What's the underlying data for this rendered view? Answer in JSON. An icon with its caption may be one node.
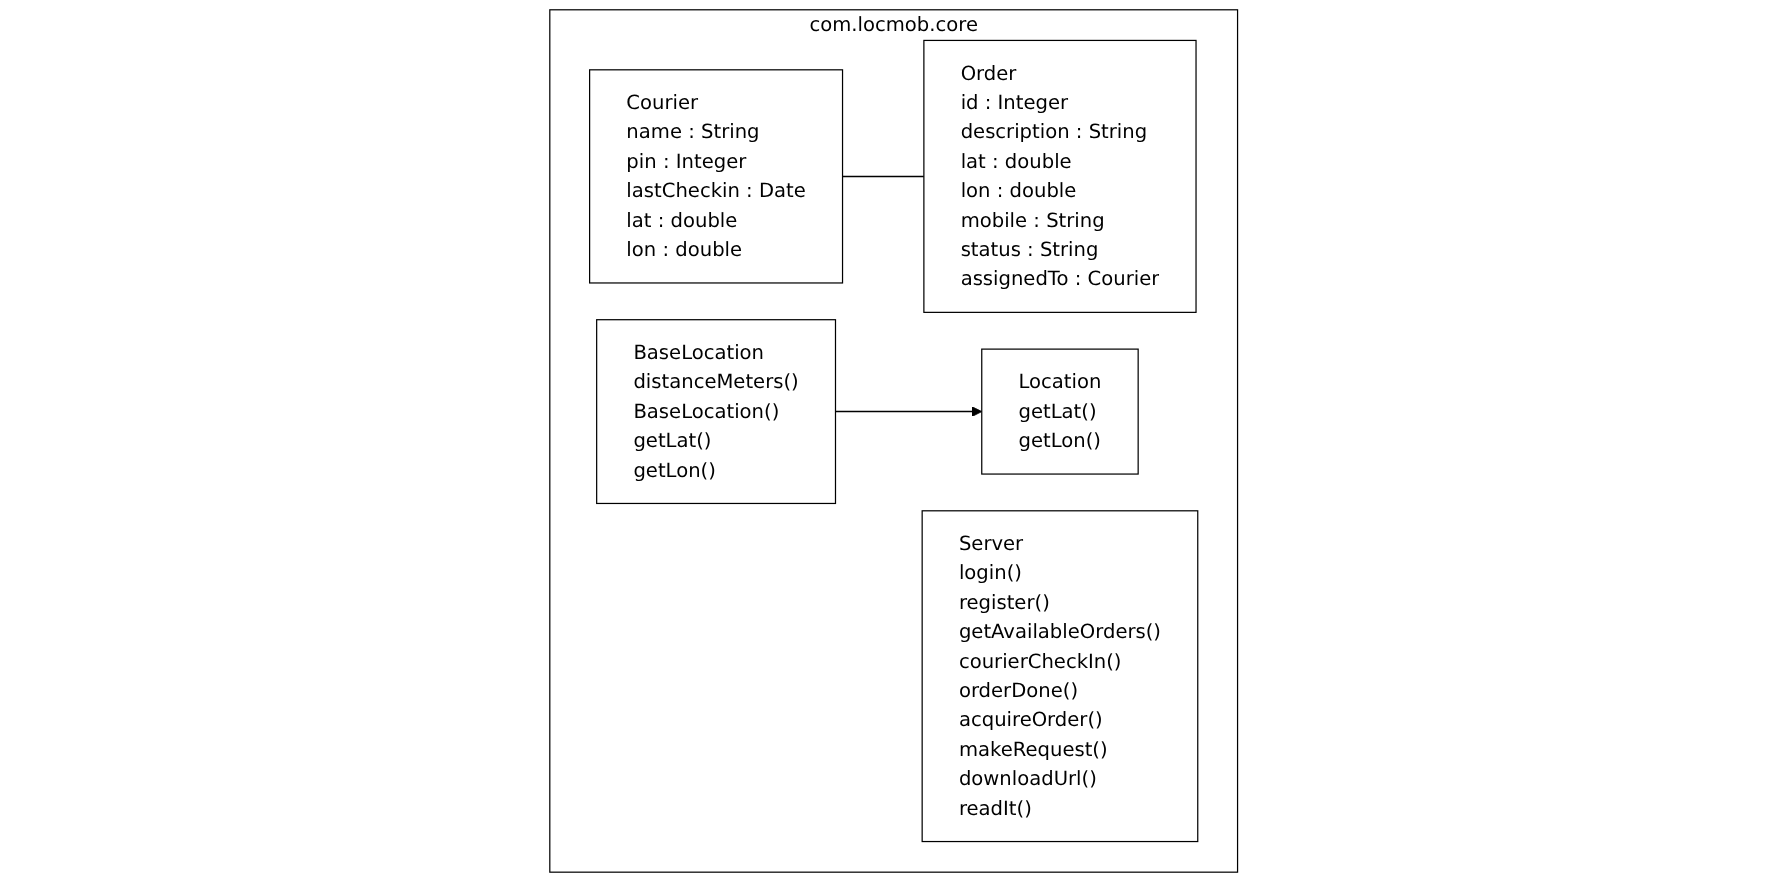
{
  "diagram": {
    "nodes": [
      {
        "text": [
          "com.locmob.core"
        ]
      },
      {
        "text": [
          "Courier",
          "name : String",
          "pin : Integer",
          "lastCheckin : Date",
          "lat : double",
          "lon : double"
        ],
        "in": 0
      },
      {
        "text": [
          "Order",
          "id : Integer",
          "description : String",
          "lat : double",
          "lon : double",
          "mobile : String",
          "status : String",
          "assignedTo : Courier"
        ],
        "in": 0
      },
      {
        "text": [
          "Server",
          "login()",
          "register()",
          "getAvailableOrders()",
          "courierCheckIn()",
          "orderDone()",
          "acquireOrder()",
          "makeRequest()",
          "downloadUrl()",
          "readIt()"
        ],
        "in": 0
      },
      {
        "text": [
          "Location",
          "getLat()",
          "getLon()"
        ],
        "in": 0
      },
      {
        "text": [
          "BaseLocation",
          "distanceMeters()",
          "BaseLocation()",
          "getLat()",
          "getLon()"
        ],
        "in": 0
      }
    ],
    "edges": [
      {
        "from": 1,
        "to": 2,
        "arrow": "none"
      },
      {
        "from": 5,
        "to": 4,
        "arrow": "to"
      }
    ]
  }
}
